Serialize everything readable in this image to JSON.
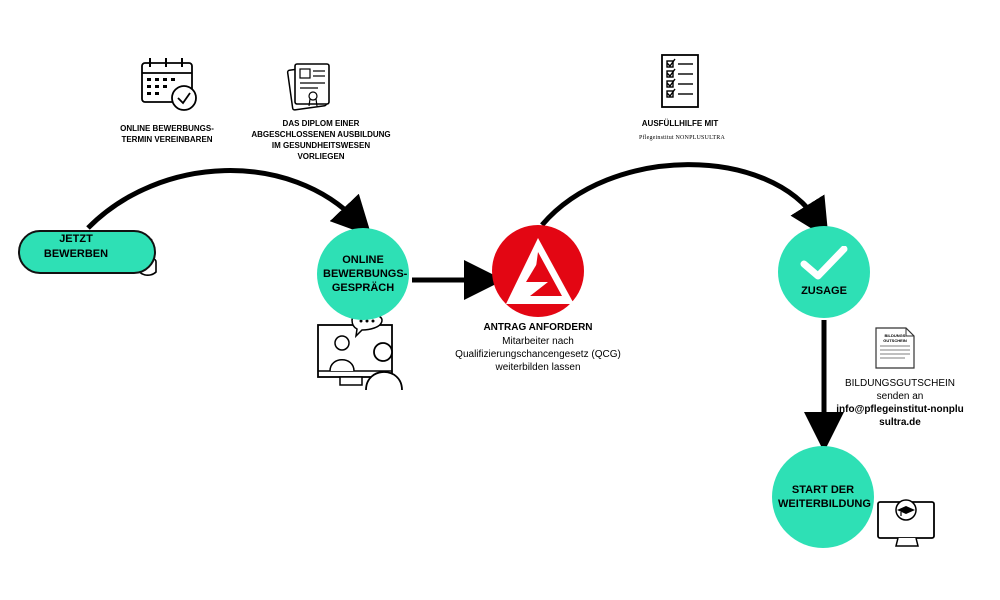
{
  "start_button": {
    "label": "JETZT BEWERBEN"
  },
  "step_termin": {
    "label": "ONLINE BEWERBUNGS-TERMIN VEREINBAREN"
  },
  "step_diplom": {
    "label": "DAS DIPLOM EINER ABGESCHLOSSENEN AUSBILDUNG IM GESUNDHEITSWESEN VORLIEGEN"
  },
  "step_gespraech": {
    "label": "ONLINE BEWERBUNGS-GESPRÄCH"
  },
  "step_antrag": {
    "title": "ANTRAG ANFORDERN",
    "text": "Mitarbeiter nach Qualifizierungschancengesetz (QCG) weiterbilden lassen",
    "logo_color": "#e30613"
  },
  "step_ausfuellhilfe": {
    "label": "AUSFÜLLHILFE MIT",
    "brand": "Pflegeinstitut NONPLUSULTRA"
  },
  "step_zusage": {
    "label": "ZUSAGE"
  },
  "step_gutschein": {
    "doc_label": "BILDUNGS GUTSCHEIN",
    "title": "BILDUNGSGUTSCHEIN",
    "text": "senden an",
    "email": "info@pflegeinstitut-nonplusultra.de"
  },
  "step_start": {
    "label": "START DER WEITERBILDUNG"
  },
  "colors": {
    "accent": "#2ee0b5",
    "arrow": "#000000",
    "logo_red": "#e30613"
  }
}
